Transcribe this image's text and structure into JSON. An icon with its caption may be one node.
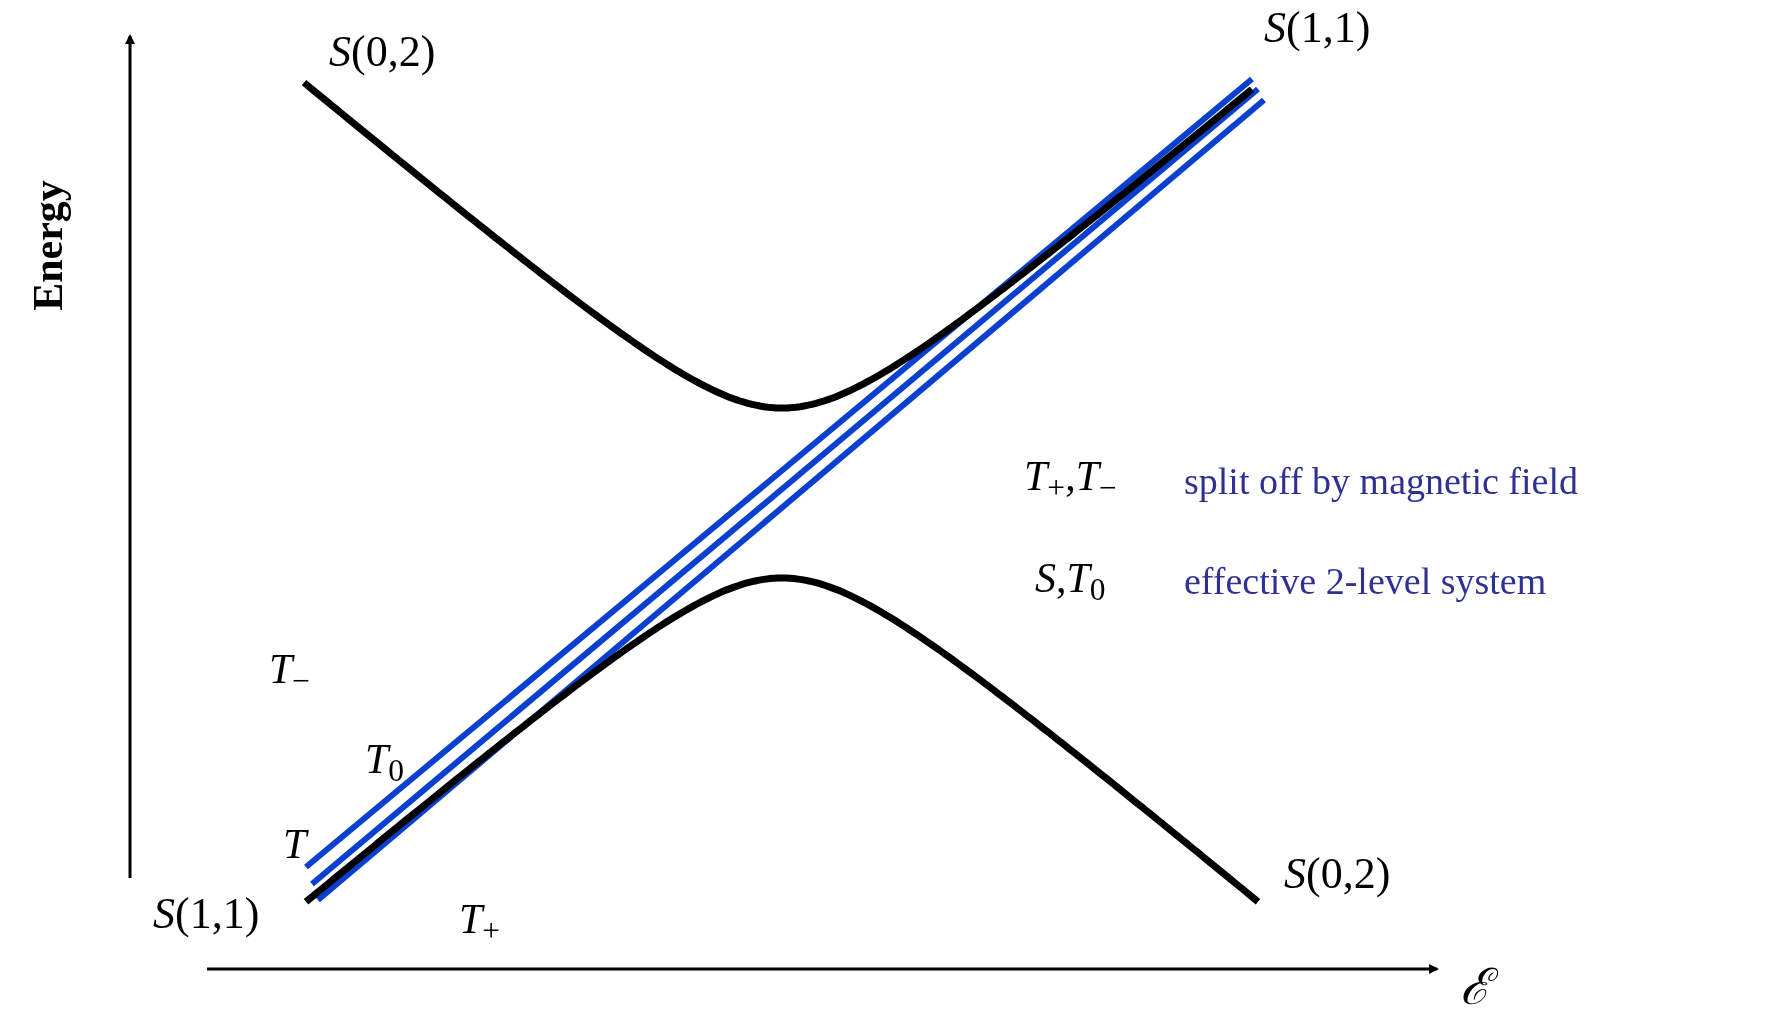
{
  "diagram": {
    "labels": [
      "*S*(0,2)",
      "*S*(1,1)",
      "Energy",
      "*T*$_{+}$,*T*$_{−}$",
      "split off by magnetic field",
      "*S*,*T*$_{0}$",
      "effective 2-level system",
      "*T*$_{−}$",
      "*T*$_{0}$",
      "T",
      "*S*(1,1)",
      "*T*$_{+}$",
      "*S*(0,2)",
      "ℰ"
    ]
  }
}
